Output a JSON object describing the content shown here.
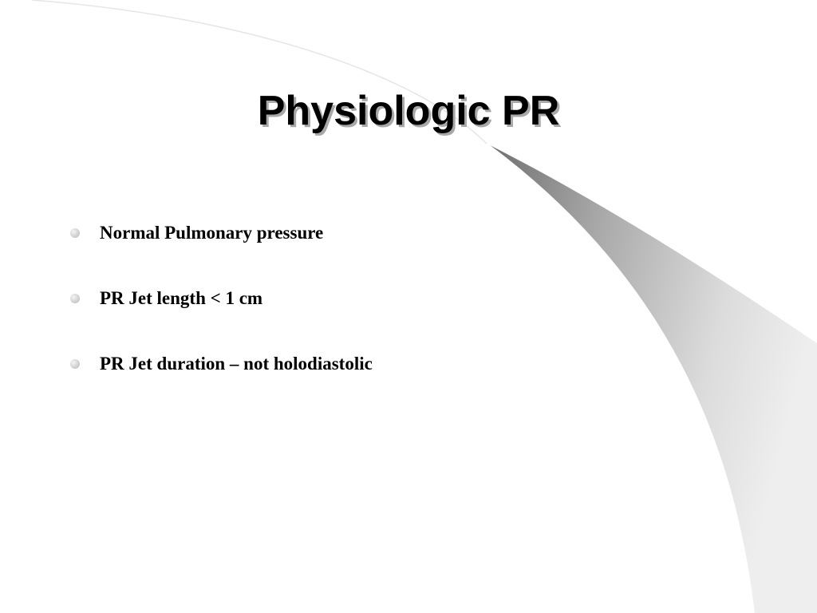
{
  "slide": {
    "title": "Physiologic PR",
    "bullets": [
      "Normal Pulmonary pressure",
      "PR Jet length < 1 cm",
      "PR Jet duration – not holodiastolic"
    ]
  },
  "colors": {
    "background": "#ffffff",
    "text": "#000000",
    "title_shadow": "#a8a8a8",
    "swoosh_dark": "#7a7a7a",
    "swoosh_light": "#f0f0f0"
  }
}
